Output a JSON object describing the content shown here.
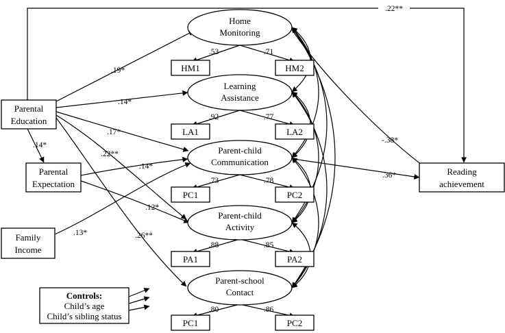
{
  "latent": {
    "home_monitoring": [
      "Home",
      "Monitoring"
    ],
    "learning_assistance": [
      "Learning",
      "Assistance"
    ],
    "parent_child_communication": [
      "Parent-child",
      "Communication"
    ],
    "parent_child_activity": [
      "Parent-child",
      "Activity"
    ],
    "parent_school_contact": [
      "Parent-school",
      "Contact"
    ]
  },
  "observed": {
    "parental_education": [
      "Parental",
      "Education"
    ],
    "parental_expectation": [
      "Parental",
      "Expectation"
    ],
    "family_income": [
      "Family",
      "Income"
    ],
    "reading_achievement": [
      "Reading",
      "achievement"
    ]
  },
  "indicators": {
    "hm1": "HM1",
    "hm2": "HM2",
    "la1": "LA1",
    "la2": "LA2",
    "pc1a": "PC1",
    "pc2a": "PC2",
    "pa1": "PA1",
    "pa2": "PA2",
    "pc1b": "PC1",
    "pc2b": "PC2"
  },
  "loadings": {
    "hm1": ".53",
    "hm2": ".71",
    "la1": ".92",
    "la2": ".77",
    "pc1a": ".73",
    "pc2a": ".78",
    "pa1": ".88",
    "pa2": ".85",
    "pc1b": ".80",
    "pc2b": ".86"
  },
  "paths": {
    "pe_ra": ".22**",
    "pe_hm": ".19*",
    "pe_la": ".14*",
    "pe_pcc": ".17*",
    "pe_pca": ".22**",
    "pe_psc": ".26**",
    "pe_pex": ".14*",
    "pex_pcc": ".14*",
    "pex_pca": ".12*",
    "fi_pcc": ".13*",
    "hm_ra": "-.38*",
    "pcc_ra": ".36*"
  },
  "controls": {
    "title": "Controls:",
    "line1": "Child’s age",
    "line2": "Child’s sibling status"
  }
}
